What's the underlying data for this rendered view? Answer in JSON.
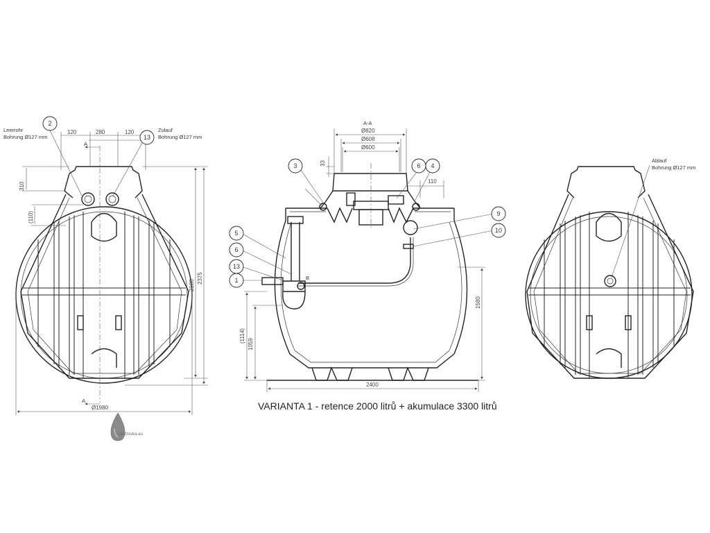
{
  "section_title": "A-A",
  "caption": "VARIANTA 1 - retence 2000 litrů + akumulace 3300 litrů",
  "logo_text": "Dešťovka.eu",
  "callouts": [
    "2",
    "13",
    "3",
    "6",
    "4",
    "5",
    "6",
    "13",
    "1",
    "9",
    "10"
  ],
  "labels": {
    "leerrohr_1": "Leerrohr",
    "leerrohr_2": "Bohrung Ø127 mm",
    "zulauf_1": "Zulauf",
    "zulauf_2": "Bohrung Ø127 mm",
    "ablauf_1": "Ablauf",
    "ablauf_2": "Bohrung Ø127 mm",
    "section_a": "A",
    "point_b": "B"
  },
  "dimensions": {
    "d120_left": "120",
    "d280": "280",
    "d120_right": "120",
    "d310": "310",
    "d110_left": "(110)",
    "d2180": "2180",
    "d2375": "2375",
    "d1980": "Ø1980",
    "d820": "Ø820",
    "d608": "Ø608",
    "d600": "Ø600",
    "d33": "33",
    "d110_right": "110",
    "d1114": "(1114)",
    "d1059": "1059",
    "d1580": "1580",
    "d2400": "2400"
  }
}
